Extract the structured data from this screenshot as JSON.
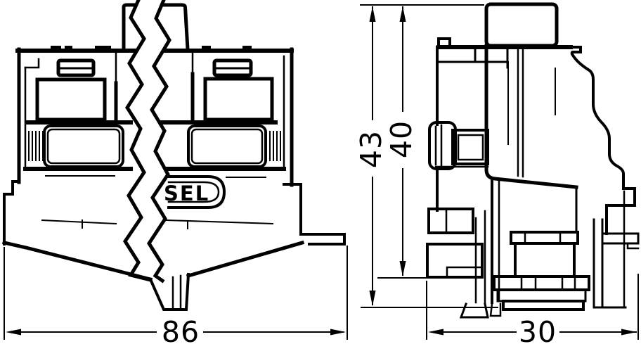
{
  "drawing": {
    "front_view": {
      "plate_label": "SEL",
      "width_dim": "86"
    },
    "side_view": {
      "height_dim": "43",
      "rail_height_dim": "40",
      "depth_dim": "30"
    },
    "colors": {
      "line": "#000000",
      "background": "#ffffff"
    }
  }
}
